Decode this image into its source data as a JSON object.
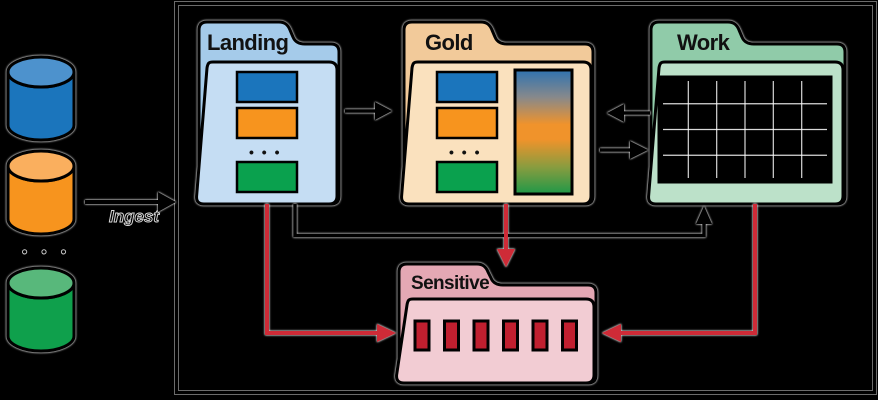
{
  "background_color": "#000000",
  "sources": {
    "databases": [
      {
        "name": "source-database-1",
        "body_color": "#1B75BC",
        "top_color": "#4D92CD"
      },
      {
        "name": "source-database-2",
        "body_color": "#F7941E",
        "top_color": "#FAAF5E"
      },
      {
        "name": "source-database-3",
        "body_color": "#0FA04C",
        "top_color": "#58B87B"
      }
    ],
    "more_sources_ellipsis": "• • •"
  },
  "ingest": {
    "label": "Ingest"
  },
  "zones": {
    "landing": {
      "label": "Landing",
      "back_color": "#A5CBEA",
      "front_color": "#C5DDF3",
      "files": {
        "file1_color": "#1B75BC",
        "file2_color": "#F7941E",
        "file3_color": "#0AA14E"
      },
      "more_files_ellipsis": "• • •"
    },
    "gold": {
      "label": "Gold",
      "back_color": "#F2CA9A",
      "front_color": "#FAE1BE",
      "files": {
        "file1_color": "#1B75BC",
        "file2_color": "#F7941E",
        "file3_color": "#0AA14E"
      },
      "more_files_ellipsis": "• • •",
      "gradient_bar": {
        "c1": "#2F73B0",
        "c2": "#87898B",
        "c3": "#F0932B",
        "c4": "#8A9C3F",
        "c5": "#1F9848"
      }
    },
    "work": {
      "label": "Work",
      "back_color": "#90CBA9",
      "front_color": "#BCE1C9",
      "table": {
        "rows": 4,
        "cols": 6,
        "cell_color": "#000000",
        "grid_line_color": "#FFFFFF"
      }
    },
    "sensitive": {
      "label": "Sensitive",
      "back_color": "#E4A8B4",
      "front_color": "#F2CCD3",
      "chip_count": 6,
      "chip_color": "#C01F2F"
    }
  },
  "flows": {
    "black_color": "#000000",
    "sensitive_color": "#CE2B37",
    "list": [
      {
        "from": "sources",
        "to": "landing",
        "label": "Ingest",
        "style": "black"
      },
      {
        "from": "landing",
        "to": "gold",
        "style": "black"
      },
      {
        "from": "work",
        "to": "gold",
        "style": "black"
      },
      {
        "from": "gold",
        "to": "work",
        "style": "black"
      },
      {
        "from": "landing",
        "to": "work",
        "style": "black"
      },
      {
        "from": "landing",
        "to": "sensitive",
        "style": "red"
      },
      {
        "from": "gold",
        "to": "sensitive",
        "style": "red"
      },
      {
        "from": "work",
        "to": "sensitive",
        "style": "red"
      }
    ]
  }
}
